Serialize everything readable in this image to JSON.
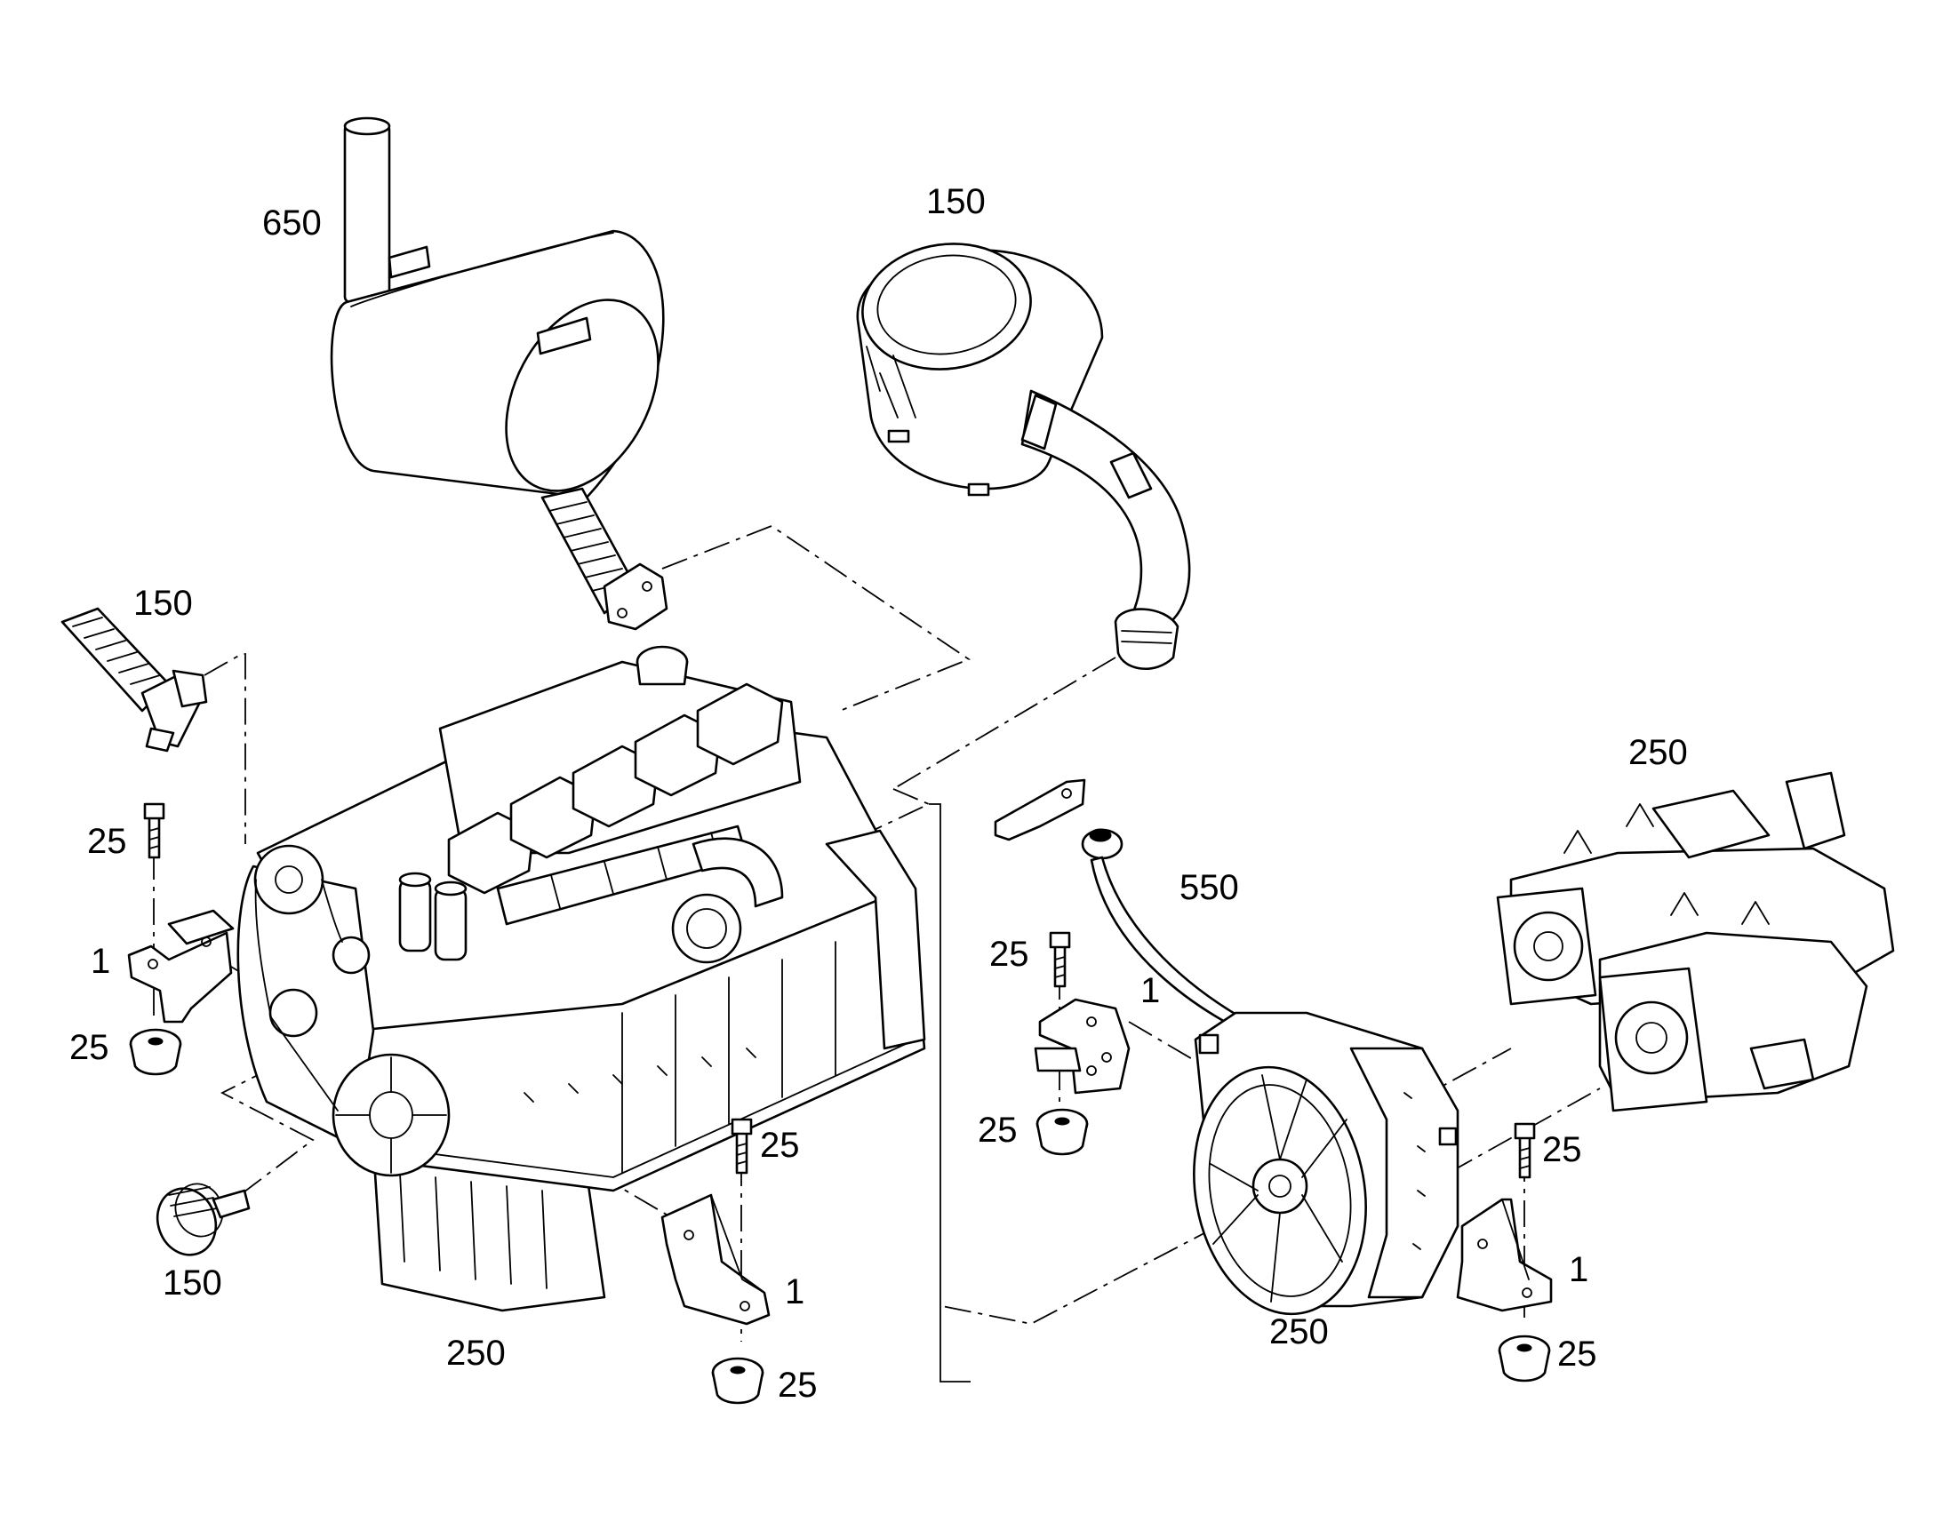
{
  "diagram": {
    "type": "exploded-parts-view",
    "callouts": [
      {
        "id": "c650-muffler",
        "text": "650"
      },
      {
        "id": "c150-airfilter",
        "text": "150"
      },
      {
        "id": "c150-elbow-left",
        "text": "150"
      },
      {
        "id": "c150-hose-bottom",
        "text": "150"
      },
      {
        "id": "c250-engine",
        "text": "250"
      },
      {
        "id": "c250-pump",
        "text": "250"
      },
      {
        "id": "c250-housing",
        "text": "250"
      },
      {
        "id": "c550-hose",
        "text": "550"
      },
      {
        "id": "c25-bolt-left",
        "text": "25"
      },
      {
        "id": "c1-mount-left",
        "text": "1"
      },
      {
        "id": "c25-rubber-left",
        "text": "25"
      },
      {
        "id": "c25-bolt-center",
        "text": "25"
      },
      {
        "id": "c1-mount-center",
        "text": "1"
      },
      {
        "id": "c25-rubber-center",
        "text": "25"
      },
      {
        "id": "c25-bolt-midright",
        "text": "25"
      },
      {
        "id": "c1-mount-midright",
        "text": "1"
      },
      {
        "id": "c25-rubber-midright",
        "text": "25"
      },
      {
        "id": "c25-bolt-right",
        "text": "25"
      },
      {
        "id": "c1-mount-right",
        "text": "1"
      },
      {
        "id": "c25-rubber-right",
        "text": "25"
      }
    ]
  }
}
